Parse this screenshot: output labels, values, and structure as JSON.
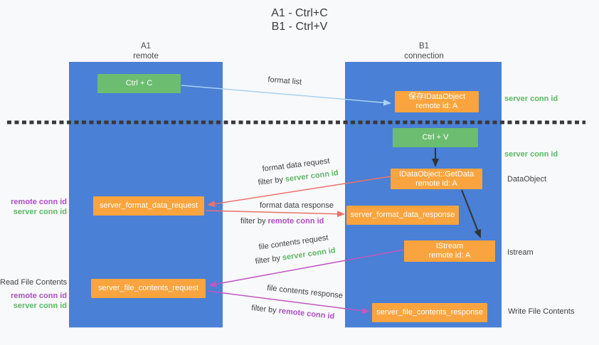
{
  "title": {
    "line1": "A1 - Ctrl+C",
    "line2": "B1 - Ctrl+V"
  },
  "lanes": {
    "left": {
      "name": "A1",
      "role": "remote"
    },
    "right": {
      "name": "B1",
      "role": "connection"
    }
  },
  "nodes": {
    "ctrl_c": {
      "label": "Ctrl + C"
    },
    "save_dataobject": {
      "line1": "保存IDataObject",
      "line2": "remote id: A"
    },
    "ctrl_v": {
      "label": "Ctrl + V"
    },
    "getdata": {
      "line1": "IDataObject::GetData",
      "line2": "remote id: A"
    },
    "format_request": {
      "label": "server_format_data_request"
    },
    "format_response": {
      "label": "server_format_data_response"
    },
    "istream": {
      "line1": "IStream",
      "line2": "remote id: A"
    },
    "file_request": {
      "label": "server_file_contents_request"
    },
    "file_response": {
      "label": "server_file_contents_response"
    }
  },
  "edge_labels": {
    "format_list": "format list",
    "format_data_request": "format data request",
    "format_data_response": "format data response",
    "file_contents_request": "file contents request",
    "file_contents_response": "file contents response",
    "filter_by": "filter by",
    "server_conn_id": "server conn id",
    "remote_conn_id": "remote conn id"
  },
  "side_labels": {
    "right_server_conn_1": "server conn id",
    "right_server_conn_2": "server conn id",
    "dataobject": "DataObject",
    "istream": "Istream",
    "write_file": "Write File Contents",
    "read_file": "Read File Contents",
    "left_remote_conn_1": "remote conn id",
    "left_server_conn_1": "server conn id",
    "left_remote_conn_2": "remote conn id",
    "left_server_conn_2": "server conn id"
  },
  "colors": {
    "lane_blue": "#4a80d5",
    "node_green": "#6cbd70",
    "node_orange": "#f9a43e",
    "arrow_salmon": "#e9736a",
    "arrow_magenta": "#c157c1",
    "arrow_lightblue": "#a8d2f2",
    "arrow_black": "#333333",
    "text_green": "#5eb763",
    "text_purple": "#ae4cc3",
    "text_dark": "#3f3f3f",
    "background": "#f8f9fb",
    "dotted_line": "#383838"
  }
}
